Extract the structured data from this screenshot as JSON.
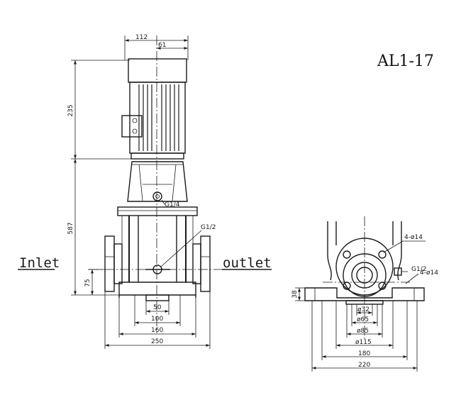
{
  "model": "AL1-17",
  "front": {
    "inlet_label": "Inlet",
    "outlet_label": "outlet",
    "port_side": "G1/2",
    "port_head": "G1/4",
    "dims": {
      "d112": "112",
      "d61": "61",
      "d235": "235",
      "d587": "587",
      "d75": "75",
      "d50": "50",
      "d100": "100",
      "d160": "160",
      "d250": "250"
    }
  },
  "side": {
    "holes_top": "4-ø14",
    "holes_side": "4-ø14",
    "port": "G1/2",
    "dims": {
      "d38": "38",
      "d32": "ø32",
      "d65": "ø65",
      "d85": "ø85",
      "d115": "ø115",
      "d180": "180",
      "d220": "220"
    }
  }
}
